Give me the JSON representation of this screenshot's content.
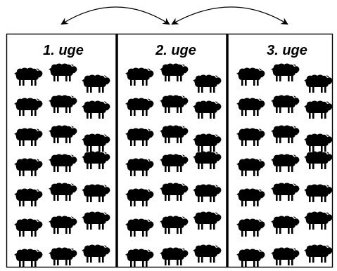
{
  "weeks": [
    {
      "label": "1. uge"
    },
    {
      "label": "2. uge"
    },
    {
      "label": "3. uge"
    }
  ],
  "sheep_per_week": 21,
  "arrow_color": "#000000",
  "icon": "sheep-icon"
}
